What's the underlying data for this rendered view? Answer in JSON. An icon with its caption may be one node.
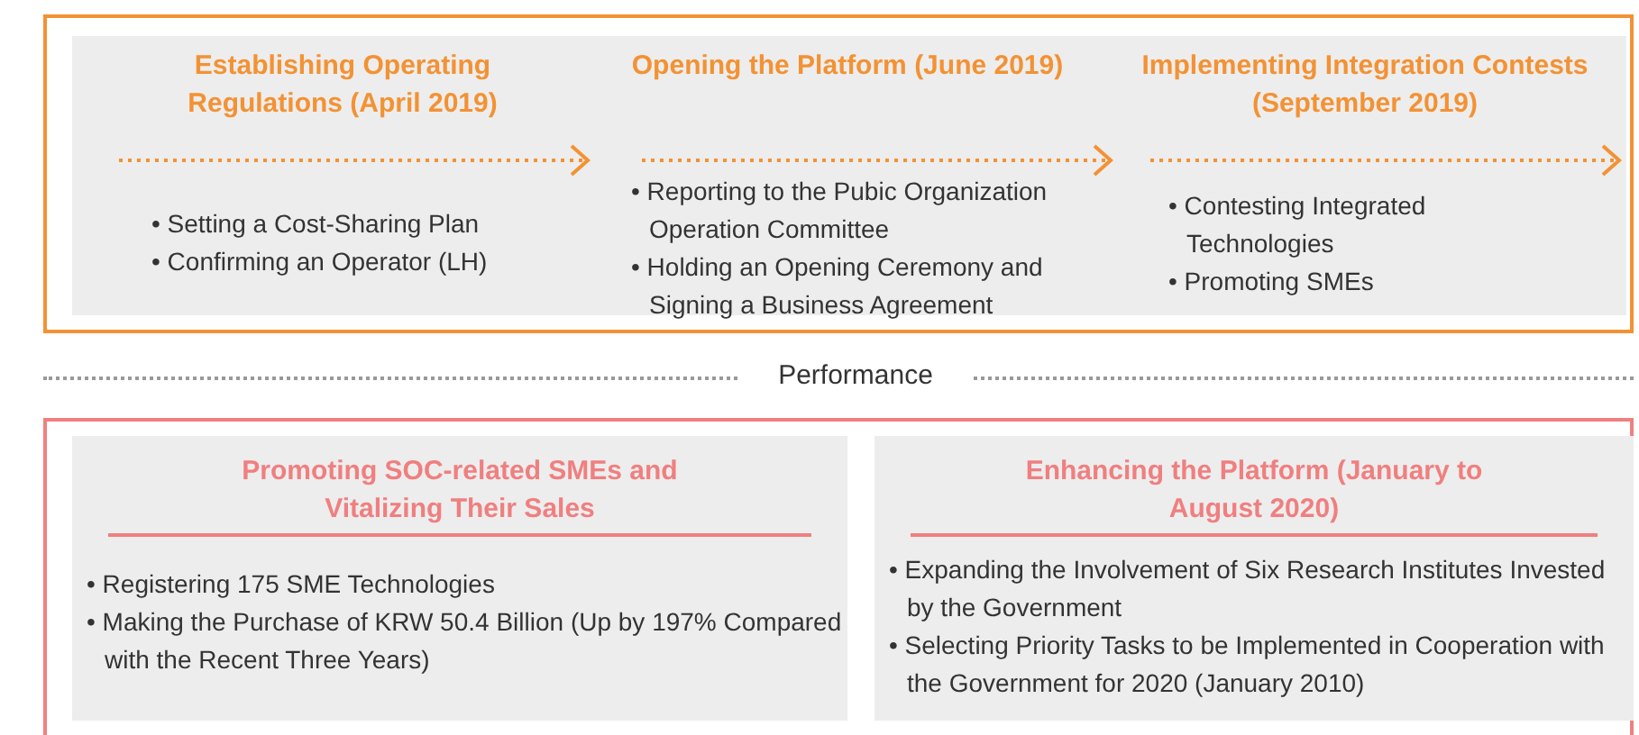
{
  "diagram": {
    "nodes": [
      {
        "text": [],
        "shape": "box"
      },
      {
        "text": [],
        "shape": "box",
        "in": 0
      },
      {
        "text": [
          "Establishing Operating Regulations (April 2019)",
          "• Setting a Cost-Sharing Plan",
          "• Confirming an Operator (LH)"
        ],
        "in": 1
      },
      {
        "text": [
          "Opening the Platform (June 2019)",
          "• Reporting to the Pubic Organization Operation Committee",
          "• Holding an Opening Ceremony and Signing a Business Agreement"
        ],
        "in": 1
      },
      {
        "text": [
          "Implementing Integration Contests (September 2019)",
          "• Contesting Integrated Technologies",
          "• Promoting SMEs"
        ],
        "in": 1
      },
      {
        "text": [],
        "shape": "box"
      },
      {
        "text": [
          "Promoting SOC-related SMEs and Vitalizing Their Sales",
          "• Registering 175 SME Technologies",
          "• Making the Purchase of KRW 50.4 Billion (Up by 197% Compared with the Recent Three Years)"
        ],
        "in": 5
      },
      {
        "text": [
          "Enhancing the Platform (January to August 2020)",
          "• Expanding the Involvement of Six Research Institutes Invested by the Government",
          "• Selecting Priority Tasks to be Implemented in Cooperation with the Government for 2020 (January 2010)"
        ],
        "in": 5
      }
    ],
    "edges": [],
    "labels": [
      "Performance"
    ]
  }
}
